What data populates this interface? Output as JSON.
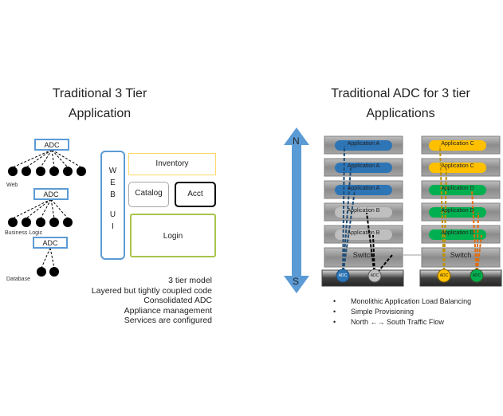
{
  "left": {
    "title_line1": "Traditional 3 Tier",
    "title_line2": "Application",
    "adc_label": "ADC",
    "tier_labels": [
      "Web",
      "Business Logic",
      "Database"
    ],
    "web_ui_letters": [
      "W",
      "E",
      "B",
      "U",
      "I"
    ],
    "boxes": {
      "inventory": "Inventory",
      "catalog": "Catalog",
      "acct": "Acct",
      "login": "Login"
    },
    "notes": [
      "3 tier model",
      "Layered but tightly coupled code",
      "Consolidated ADC",
      "Appliance management",
      "Services are configured"
    ],
    "colors": {
      "blue": "#5b9bd5",
      "yellow": "#ffd966",
      "gray": "#a6a6a6",
      "black": "#000000",
      "green": "#a9c44a"
    }
  },
  "right": {
    "title_line1": "Traditional ADC for 3 tier",
    "title_line2": "Applications",
    "north_label": "N",
    "south_label": "S",
    "rack1_apps": [
      "Application A",
      "Application A",
      "Application A",
      "Application B",
      "Application B"
    ],
    "rack2_apps": [
      "Application C",
      "Application C",
      "Application D",
      "Application D",
      "Application D"
    ],
    "switch_label": "Switch",
    "adc_label": "ADC",
    "bullets": [
      "Monolithic Application Load Balancing",
      "Simple Provisioning",
      "North ←→ South Traffic Flow"
    ],
    "colors": {
      "app_a": "#2e75b6",
      "app_b": "#bfbfbf",
      "app_c": "#ffc000",
      "app_d": "#00b050",
      "arrow": "#5b9bd5",
      "red": "#e46c0a"
    }
  }
}
